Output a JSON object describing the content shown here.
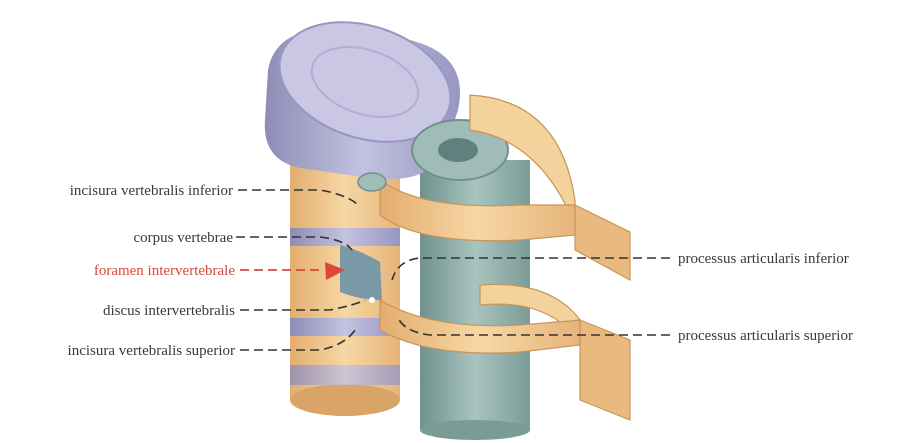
{
  "labels": {
    "incisura_inferior": "incisura vertebralis inferior",
    "corpus": "corpus vertebrae",
    "foramen": "foramen intervertebrale",
    "discus": "discus intervertebralis",
    "incisura_superior": "incisura vertebralis superior",
    "proc_inferior": "processus articularis inferior",
    "proc_superior": "processus articularis superior"
  },
  "colors": {
    "bone": "#f1c98f",
    "bone_shade": "#d9a467",
    "disc": "#b5b2d3",
    "canal": "#8fb0ab",
    "highlight": "#d9483a"
  }
}
